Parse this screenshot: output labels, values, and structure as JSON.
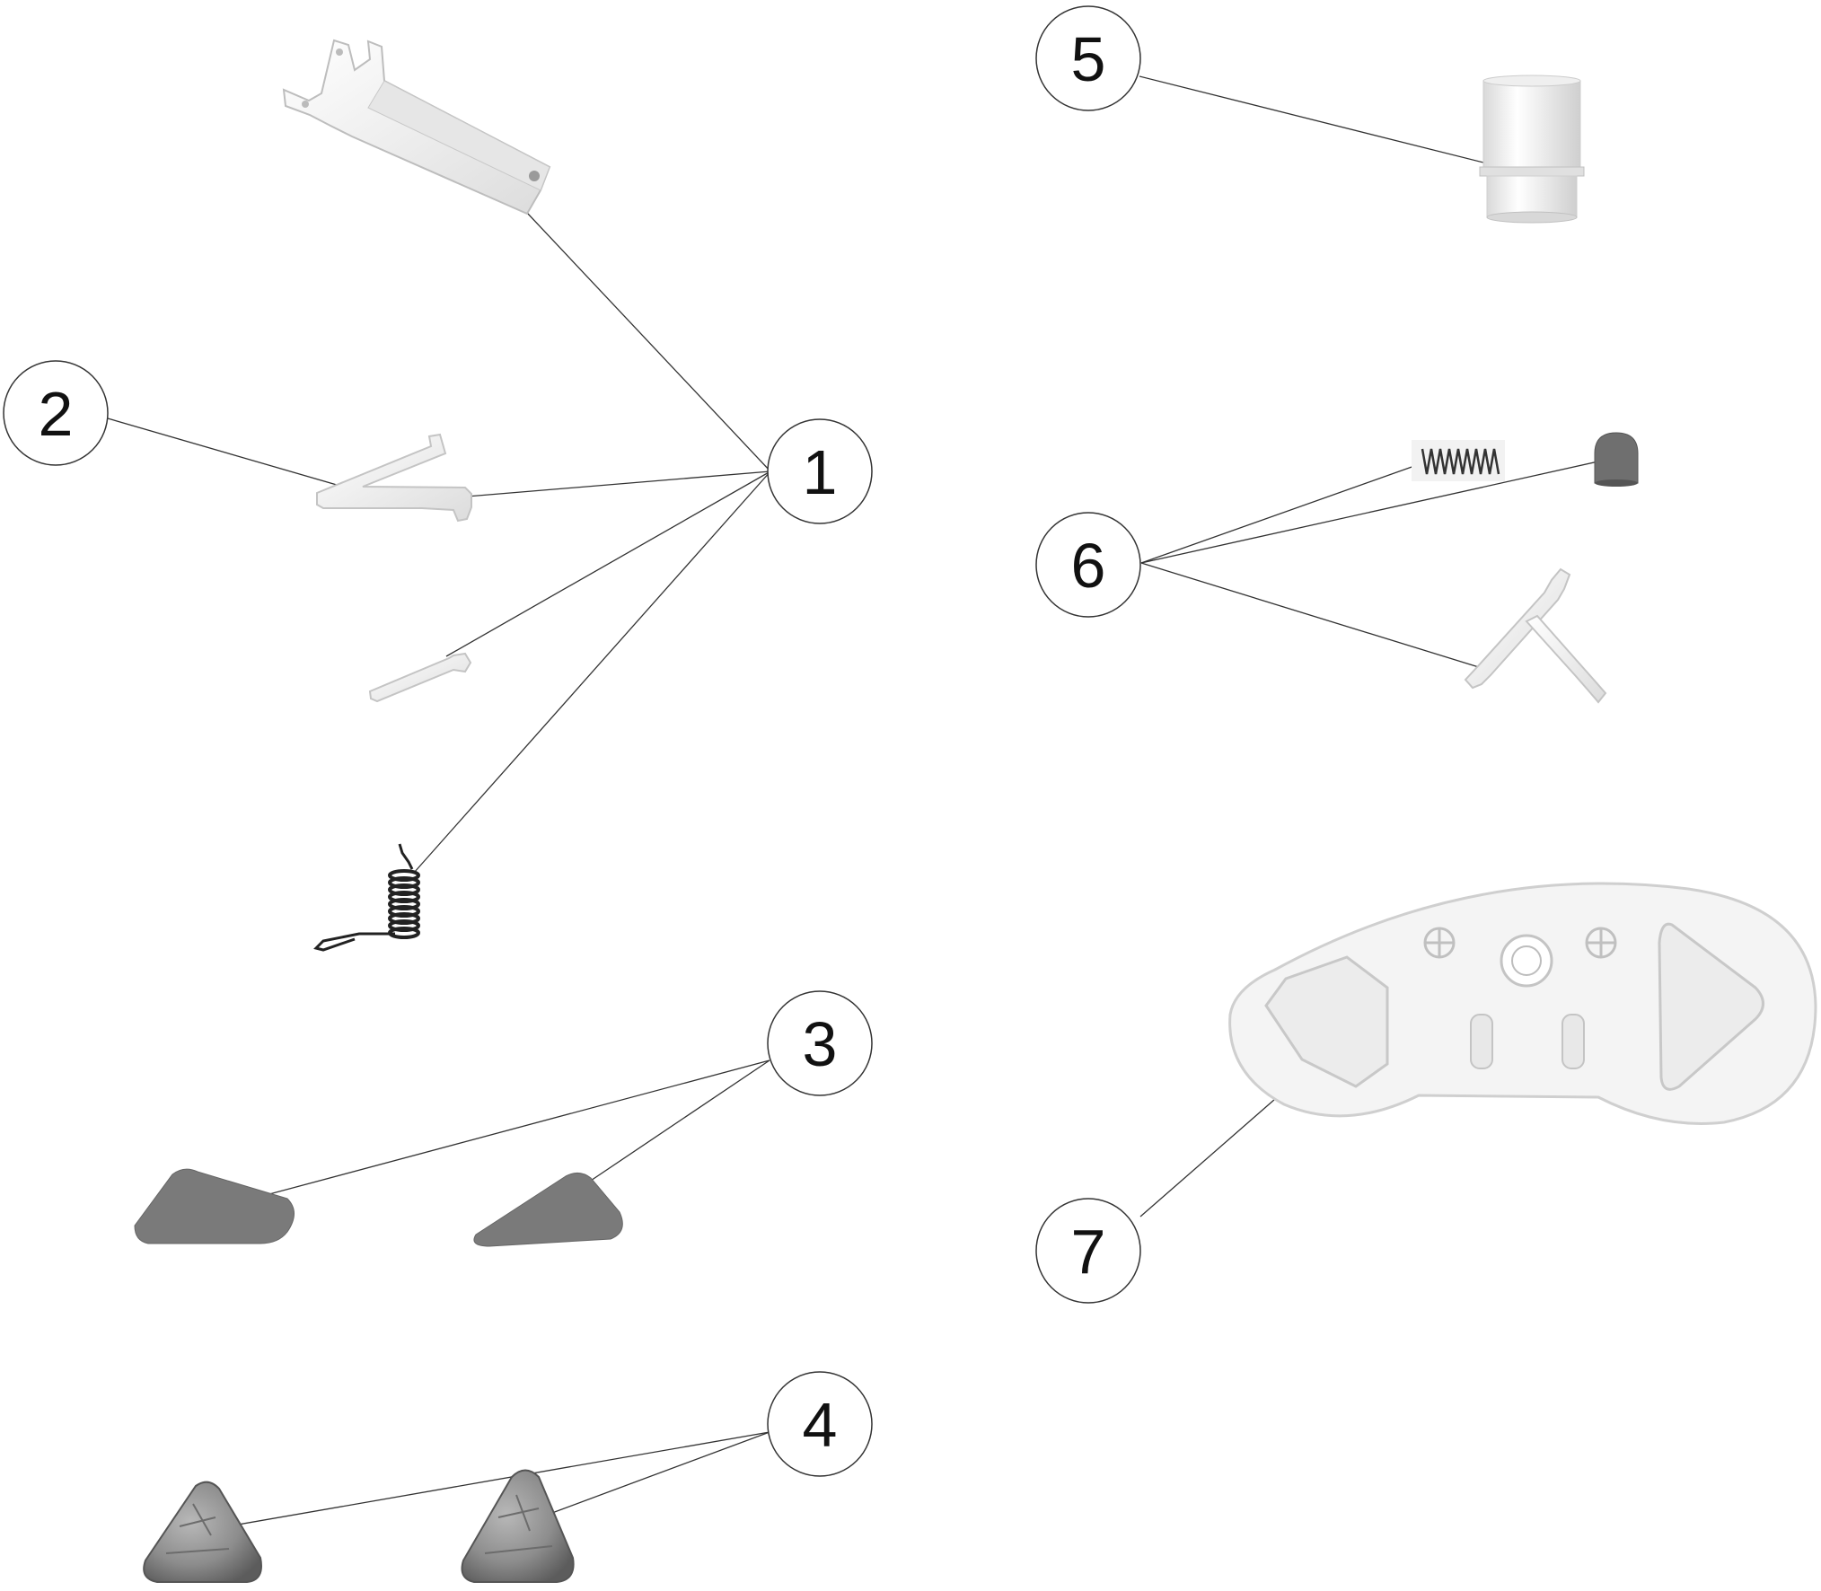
{
  "callouts": {
    "c1": "1",
    "c2": "2",
    "c3": "3",
    "c4": "4",
    "c5": "5",
    "c6": "6",
    "c7": "7"
  },
  "colors": {
    "line": "#333333",
    "part_white": "#f1f1f1",
    "part_outline": "#bdbdbd",
    "gasket_gray": "#7a7a7a",
    "weight_gray": "#8a8a8a",
    "cap_gray": "#6f6f6f",
    "spring_dark": "#222222"
  }
}
